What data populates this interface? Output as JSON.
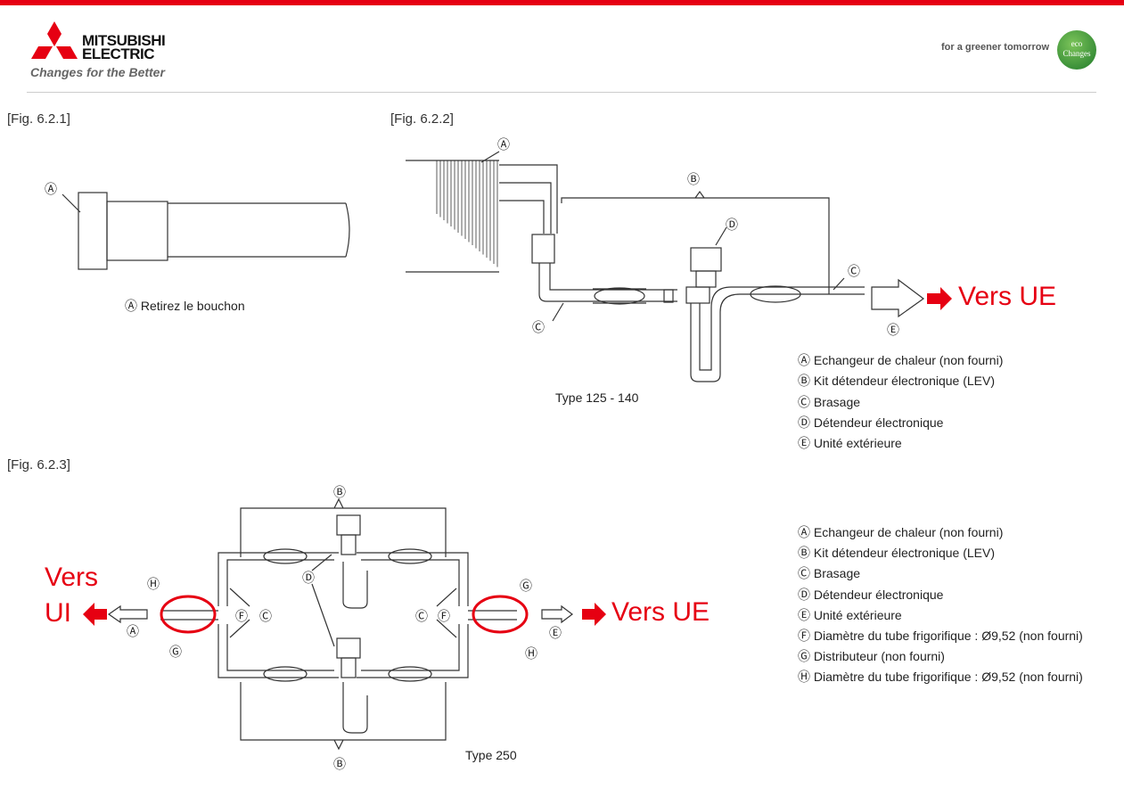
{
  "header": {
    "brand_line1": "MITSUBISHI",
    "brand_line2": "ELECTRIC",
    "tagline": "Changes for the Better",
    "slogan": "for a greener tomorrow",
    "eco_logo": "eco Changes",
    "accent": "#e60012"
  },
  "fig1": {
    "label": "[Fig. 6.2.1]",
    "marker": "Ⓐ",
    "caption": "Ⓐ Retirez le bouchon"
  },
  "fig2": {
    "label": "[Fig. 6.2.2]",
    "type": "Type 125 - 140",
    "markers": {
      "a": "Ⓐ",
      "b": "Ⓑ",
      "c": "Ⓒ",
      "d": "Ⓓ",
      "e": "Ⓔ"
    },
    "to_outdoor": "Vers UE",
    "legend": [
      "Ⓐ Echangeur de chaleur (non fourni)",
      "Ⓑ Kit détendeur électronique (LEV)",
      "Ⓒ Brasage",
      "Ⓓ Détendeur électronique",
      "Ⓔ Unité extérieure"
    ]
  },
  "fig3": {
    "label": "[Fig. 6.2.3]",
    "type": "Type 250",
    "markers": {
      "a": "Ⓐ",
      "b": "Ⓑ",
      "c": "Ⓒ",
      "d": "Ⓓ",
      "e": "Ⓔ",
      "f": "Ⓕ",
      "g": "Ⓖ",
      "h": "Ⓗ"
    },
    "to_indoor_1": "Vers",
    "to_indoor_2": "UI",
    "to_outdoor": "Vers UE",
    "legend": [
      "Ⓐ Echangeur de chaleur (non fourni)",
      "Ⓑ Kit détendeur électronique (LEV)",
      "Ⓒ Brasage",
      "Ⓓ Détendeur électronique",
      "Ⓔ Unité extérieure",
      "Ⓕ Diamètre du tube frigorifique : Ø9,52 (non fourni)",
      "Ⓖ Distributeur (non fourni)",
      "Ⓗ Diamètre du tube frigorifique : Ø9,52 (non fourni)"
    ]
  }
}
